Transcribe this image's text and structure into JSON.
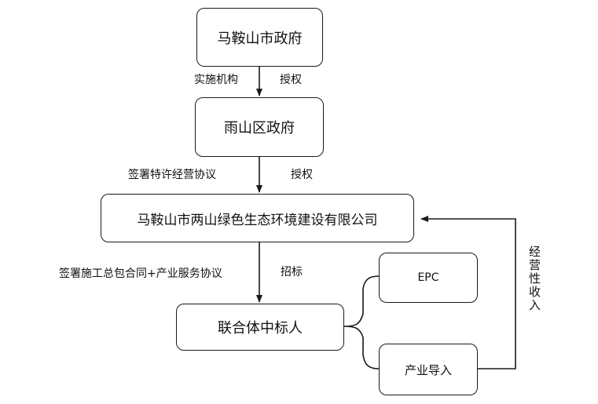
{
  "nodes": {
    "maanshan_gov": "马鞍山市政府",
    "yushan_gov": "雨山区政府",
    "company": "马鞍山市两山绿色生态环境建设有限公司",
    "consortium": "联合体中标人",
    "epc": "EPC",
    "industry_import": "产业导入"
  },
  "edges": {
    "impl_agency": "实施机构",
    "authorize_1": "授权",
    "sign_franchise": "签署特许经营协议",
    "authorize_2": "授权",
    "sign_contract": "签署施工总包合同+产业服务协议",
    "bidding": "招标",
    "operating_income": [
      "经",
      "营",
      "性",
      "收",
      "入"
    ]
  },
  "colors": {
    "line": "#1a1a1a",
    "text": "#111111",
    "background": "#ffffff"
  }
}
